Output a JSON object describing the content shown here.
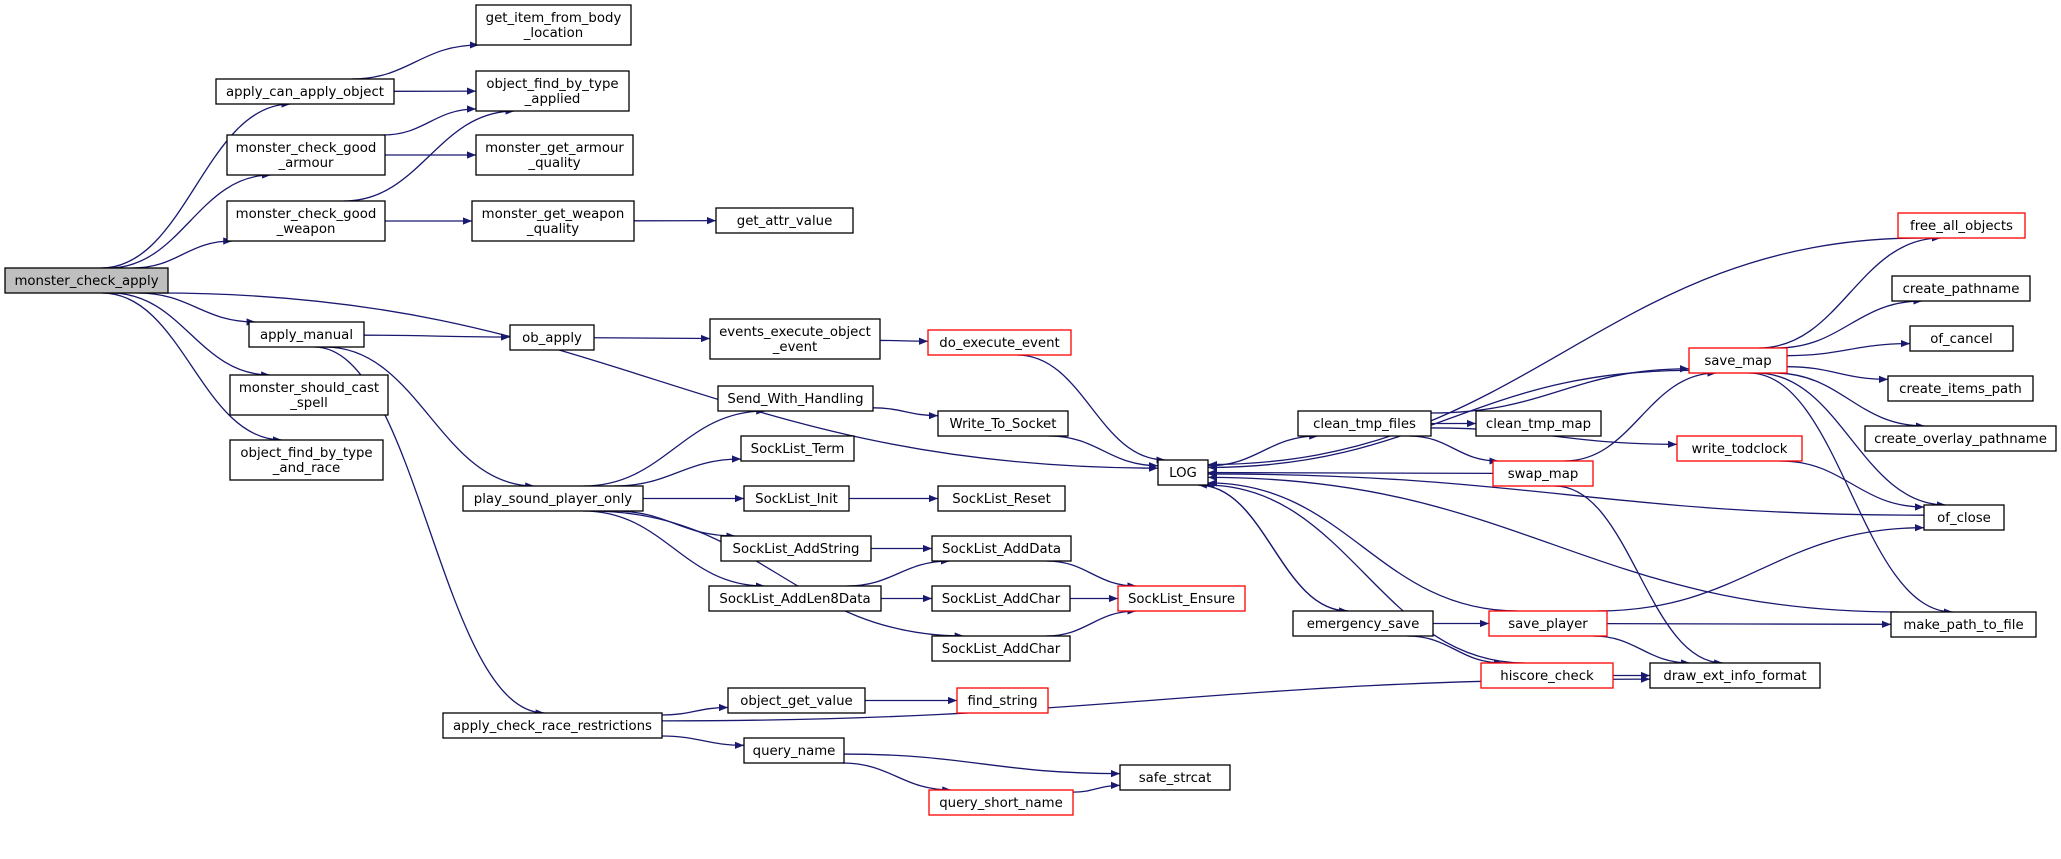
{
  "colors": {
    "edge": "#191970",
    "node_border": "#000000",
    "truncated_border": "#ff0000",
    "root_fill": "#bfbfbf"
  },
  "nodes": [
    {
      "id": "monster_check_apply",
      "lines": [
        "monster_check_apply"
      ],
      "style": "root"
    },
    {
      "id": "get_item_from_body_location",
      "lines": [
        "get_item_from_body",
        "_location"
      ],
      "style": ""
    },
    {
      "id": "apply_can_apply_object",
      "lines": [
        "apply_can_apply_object"
      ],
      "style": ""
    },
    {
      "id": "object_find_by_type_applied",
      "lines": [
        "object_find_by_type",
        "_applied"
      ],
      "style": ""
    },
    {
      "id": "monster_check_good_armour",
      "lines": [
        "monster_check_good",
        "_armour"
      ],
      "style": ""
    },
    {
      "id": "monster_get_armour_quality",
      "lines": [
        "monster_get_armour",
        "_quality"
      ],
      "style": ""
    },
    {
      "id": "monster_check_good_weapon",
      "lines": [
        "monster_check_good",
        "_weapon"
      ],
      "style": ""
    },
    {
      "id": "monster_get_weapon_quality",
      "lines": [
        "monster_get_weapon",
        "_quality"
      ],
      "style": ""
    },
    {
      "id": "get_attr_value",
      "lines": [
        "get_attr_value"
      ],
      "style": ""
    },
    {
      "id": "apply_manual",
      "lines": [
        "apply_manual"
      ],
      "style": ""
    },
    {
      "id": "ob_apply",
      "lines": [
        "ob_apply"
      ],
      "style": ""
    },
    {
      "id": "events_execute_object_event",
      "lines": [
        "events_execute_object",
        "_event"
      ],
      "style": ""
    },
    {
      "id": "do_execute_event",
      "lines": [
        "do_execute_event"
      ],
      "style": "red"
    },
    {
      "id": "monster_should_cast_spell",
      "lines": [
        "monster_should_cast",
        "_spell"
      ],
      "style": ""
    },
    {
      "id": "object_find_by_type_and_race",
      "lines": [
        "object_find_by_type",
        "_and_race"
      ],
      "style": ""
    },
    {
      "id": "Send_With_Handling",
      "lines": [
        "Send_With_Handling"
      ],
      "style": ""
    },
    {
      "id": "Write_To_Socket",
      "lines": [
        "Write_To_Socket"
      ],
      "style": ""
    },
    {
      "id": "SockList_Term",
      "lines": [
        "SockList_Term"
      ],
      "style": ""
    },
    {
      "id": "play_sound_player_only",
      "lines": [
        "play_sound_player_only"
      ],
      "style": ""
    },
    {
      "id": "SockList_Init",
      "lines": [
        "SockList_Init"
      ],
      "style": ""
    },
    {
      "id": "SockList_Reset",
      "lines": [
        "SockList_Reset"
      ],
      "style": ""
    },
    {
      "id": "SockList_AddString",
      "lines": [
        "SockList_AddString"
      ],
      "style": ""
    },
    {
      "id": "SockList_AddData",
      "lines": [
        "SockList_AddData"
      ],
      "style": ""
    },
    {
      "id": "SockList_AddLen8Data",
      "lines": [
        "SockList_AddLen8Data"
      ],
      "style": ""
    },
    {
      "id": "SockList_AddChar_1",
      "lines": [
        "SockList_AddChar"
      ],
      "style": ""
    },
    {
      "id": "SockList_Ensure",
      "lines": [
        "SockList_Ensure"
      ],
      "style": "red"
    },
    {
      "id": "SockList_AddChar_2",
      "lines": [
        "SockList_AddChar"
      ],
      "style": ""
    },
    {
      "id": "apply_check_race_restrictions",
      "lines": [
        "apply_check_race_restrictions"
      ],
      "style": ""
    },
    {
      "id": "object_get_value",
      "lines": [
        "object_get_value"
      ],
      "style": ""
    },
    {
      "id": "find_string",
      "lines": [
        "find_string"
      ],
      "style": "red"
    },
    {
      "id": "query_name",
      "lines": [
        "query_name"
      ],
      "style": ""
    },
    {
      "id": "safe_strcat",
      "lines": [
        "safe_strcat"
      ],
      "style": ""
    },
    {
      "id": "query_short_name",
      "lines": [
        "query_short_name"
      ],
      "style": "red"
    },
    {
      "id": "LOG",
      "lines": [
        "LOG"
      ],
      "style": ""
    },
    {
      "id": "clean_tmp_files",
      "lines": [
        "clean_tmp_files"
      ],
      "style": ""
    },
    {
      "id": "clean_tmp_map",
      "lines": [
        "clean_tmp_map"
      ],
      "style": ""
    },
    {
      "id": "swap_map",
      "lines": [
        "swap_map"
      ],
      "style": "red"
    },
    {
      "id": "save_map",
      "lines": [
        "save_map"
      ],
      "style": "red"
    },
    {
      "id": "write_todclock",
      "lines": [
        "write_todclock"
      ],
      "style": "red"
    },
    {
      "id": "emergency_save",
      "lines": [
        "emergency_save"
      ],
      "style": ""
    },
    {
      "id": "save_player",
      "lines": [
        "save_player"
      ],
      "style": "red"
    },
    {
      "id": "hiscore_check",
      "lines": [
        "hiscore_check"
      ],
      "style": "red"
    },
    {
      "id": "draw_ext_info_format",
      "lines": [
        "draw_ext_info_format"
      ],
      "style": ""
    },
    {
      "id": "free_all_objects",
      "lines": [
        "free_all_objects"
      ],
      "style": "red"
    },
    {
      "id": "create_pathname",
      "lines": [
        "create_pathname"
      ],
      "style": ""
    },
    {
      "id": "of_cancel",
      "lines": [
        "of_cancel"
      ],
      "style": ""
    },
    {
      "id": "create_items_path",
      "lines": [
        "create_items_path"
      ],
      "style": ""
    },
    {
      "id": "create_overlay_pathname",
      "lines": [
        "create_overlay_pathname"
      ],
      "style": ""
    },
    {
      "id": "of_close",
      "lines": [
        "of_close"
      ],
      "style": ""
    },
    {
      "id": "make_path_to_file",
      "lines": [
        "make_path_to_file"
      ],
      "style": ""
    }
  ],
  "edges": [
    [
      "monster_check_apply",
      "apply_can_apply_object"
    ],
    [
      "monster_check_apply",
      "monster_check_good_armour"
    ],
    [
      "monster_check_apply",
      "monster_check_good_weapon"
    ],
    [
      "monster_check_apply",
      "LOG"
    ],
    [
      "monster_check_apply",
      "apply_manual"
    ],
    [
      "monster_check_apply",
      "monster_should_cast_spell"
    ],
    [
      "monster_check_apply",
      "object_find_by_type_and_race"
    ],
    [
      "apply_can_apply_object",
      "get_item_from_body_location"
    ],
    [
      "apply_can_apply_object",
      "object_find_by_type_applied"
    ],
    [
      "monster_check_good_armour",
      "object_find_by_type_applied"
    ],
    [
      "monster_check_good_armour",
      "monster_get_armour_quality"
    ],
    [
      "monster_check_good_weapon",
      "object_find_by_type_applied"
    ],
    [
      "monster_check_good_weapon",
      "monster_get_weapon_quality"
    ],
    [
      "monster_get_weapon_quality",
      "get_attr_value"
    ],
    [
      "apply_manual",
      "ob_apply"
    ],
    [
      "apply_manual",
      "play_sound_player_only"
    ],
    [
      "apply_manual",
      "apply_check_race_restrictions"
    ],
    [
      "ob_apply",
      "events_execute_object_event"
    ],
    [
      "events_execute_object_event",
      "do_execute_event"
    ],
    [
      "do_execute_event",
      "LOG"
    ],
    [
      "play_sound_player_only",
      "Send_With_Handling"
    ],
    [
      "play_sound_player_only",
      "SockList_Term"
    ],
    [
      "play_sound_player_only",
      "SockList_Init"
    ],
    [
      "play_sound_player_only",
      "SockList_AddString"
    ],
    [
      "play_sound_player_only",
      "SockList_AddLen8Data"
    ],
    [
      "play_sound_player_only",
      "SockList_AddChar_2"
    ],
    [
      "Send_With_Handling",
      "Write_To_Socket"
    ],
    [
      "Write_To_Socket",
      "LOG"
    ],
    [
      "SockList_Init",
      "SockList_Reset"
    ],
    [
      "SockList_AddString",
      "SockList_AddData"
    ],
    [
      "SockList_AddLen8Data",
      "SockList_AddData"
    ],
    [
      "SockList_AddLen8Data",
      "SockList_AddChar_1"
    ],
    [
      "SockList_AddData",
      "SockList_Ensure"
    ],
    [
      "SockList_AddChar_1",
      "SockList_Ensure"
    ],
    [
      "SockList_AddChar_2",
      "SockList_Ensure"
    ],
    [
      "apply_check_race_restrictions",
      "object_get_value"
    ],
    [
      "apply_check_race_restrictions",
      "query_name"
    ],
    [
      "apply_check_race_restrictions",
      "draw_ext_info_format"
    ],
    [
      "object_get_value",
      "find_string"
    ],
    [
      "query_name",
      "safe_strcat"
    ],
    [
      "query_name",
      "query_short_name"
    ],
    [
      "query_short_name",
      "safe_strcat"
    ],
    [
      "LOG",
      "clean_tmp_files"
    ],
    [
      "LOG",
      "emergency_save"
    ],
    [
      "clean_tmp_files",
      "clean_tmp_map"
    ],
    [
      "clean_tmp_files",
      "swap_map"
    ],
    [
      "clean_tmp_files",
      "save_map"
    ],
    [
      "clean_tmp_files",
      "write_todclock"
    ],
    [
      "swap_map",
      "save_map"
    ],
    [
      "swap_map",
      "LOG"
    ],
    [
      "swap_map",
      "draw_ext_info_format"
    ],
    [
      "save_map",
      "LOG"
    ],
    [
      "save_map",
      "free_all_objects"
    ],
    [
      "save_map",
      "create_pathname"
    ],
    [
      "save_map",
      "of_cancel"
    ],
    [
      "save_map",
      "create_items_path"
    ],
    [
      "save_map",
      "create_overlay_pathname"
    ],
    [
      "save_map",
      "of_close"
    ],
    [
      "save_map",
      "make_path_to_file"
    ],
    [
      "free_all_objects",
      "LOG"
    ],
    [
      "write_todclock",
      "of_close"
    ],
    [
      "of_close",
      "LOG"
    ],
    [
      "emergency_save",
      "LOG"
    ],
    [
      "emergency_save",
      "save_player"
    ],
    [
      "emergency_save",
      "hiscore_check"
    ],
    [
      "save_player",
      "LOG"
    ],
    [
      "save_player",
      "of_close"
    ],
    [
      "save_player",
      "make_path_to_file"
    ],
    [
      "save_player",
      "draw_ext_info_format"
    ],
    [
      "hiscore_check",
      "LOG"
    ],
    [
      "hiscore_check",
      "draw_ext_info_format"
    ],
    [
      "make_path_to_file",
      "LOG"
    ]
  ]
}
